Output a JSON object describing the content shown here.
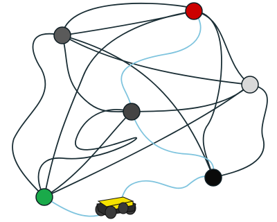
{
  "colors": {
    "background": "#ffffff",
    "edge": "#1a2e35",
    "highlight_path": "#7fc4de",
    "node_outline": "#0f1e24",
    "robot_body": "#f5e200",
    "robot_dark": "#2b2b2b",
    "robot_wheel": "#3a3a3a"
  },
  "nodes": [
    {
      "id": "red",
      "color": "#cc0000"
    },
    {
      "id": "dark-gray-top-left",
      "color": "#5a5a5a"
    },
    {
      "id": "light-gray-right",
      "color": "#d9d9d9"
    },
    {
      "id": "dark-gray-center",
      "color": "#444444"
    },
    {
      "id": "black-bottom-right",
      "color": "#0a0a0a"
    },
    {
      "id": "green-bottom-left",
      "color": "#1aaa4a"
    }
  ],
  "robot": {
    "icon": "rover-robot-icon"
  }
}
